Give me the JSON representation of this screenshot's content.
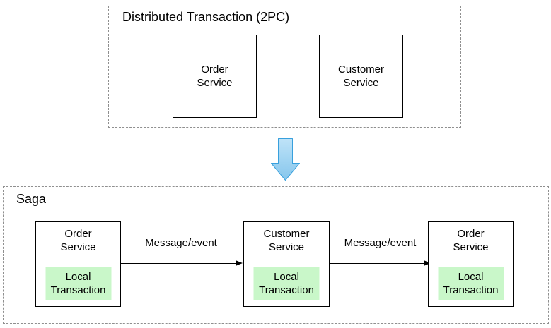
{
  "top_panel": {
    "title": "Distributed Transaction (2PC)",
    "boxes": [
      {
        "label": "Order\nService"
      },
      {
        "label": "Customer\nService"
      }
    ]
  },
  "transition_arrow": {
    "icon": "down-arrow-icon"
  },
  "saga_panel": {
    "title": "Saga",
    "boxes": [
      {
        "label": "Order\nService",
        "inner": "Local\nTransaction"
      },
      {
        "label": "Customer\nService",
        "inner": "Local\nTransaction"
      },
      {
        "label": "Order\nService",
        "inner": "Local\nTransaction"
      }
    ],
    "arrows": [
      {
        "label": "Message/event"
      },
      {
        "label": "Message/event"
      }
    ]
  },
  "colors": {
    "box_border": "#000000",
    "panel_border": "#8f8f8f",
    "arrow_color": "#000000",
    "local_transaction_fill": "#c9f7c9",
    "blue_arrow_fill_light": "#bfe3f8",
    "blue_arrow_fill_dark": "#85c6ec",
    "blue_arrow_stroke": "#38a0dd"
  }
}
